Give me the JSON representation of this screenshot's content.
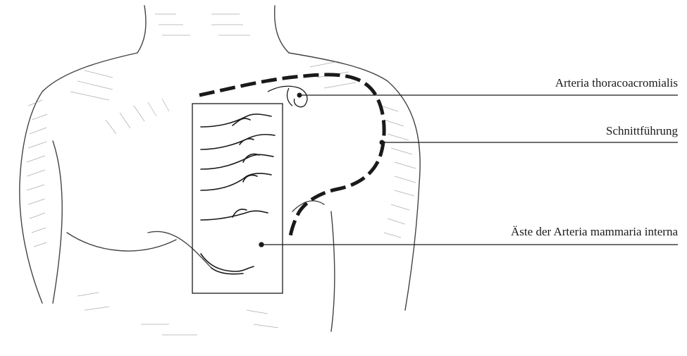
{
  "labels": {
    "artery": "Arteria thoracoacromialis",
    "incision": "Schnittführung",
    "branches": "Äste der Arteria mammaria interna"
  },
  "colors": {
    "background": "#ffffff",
    "ink": "#1a1a1a",
    "sketch": "#555555"
  }
}
